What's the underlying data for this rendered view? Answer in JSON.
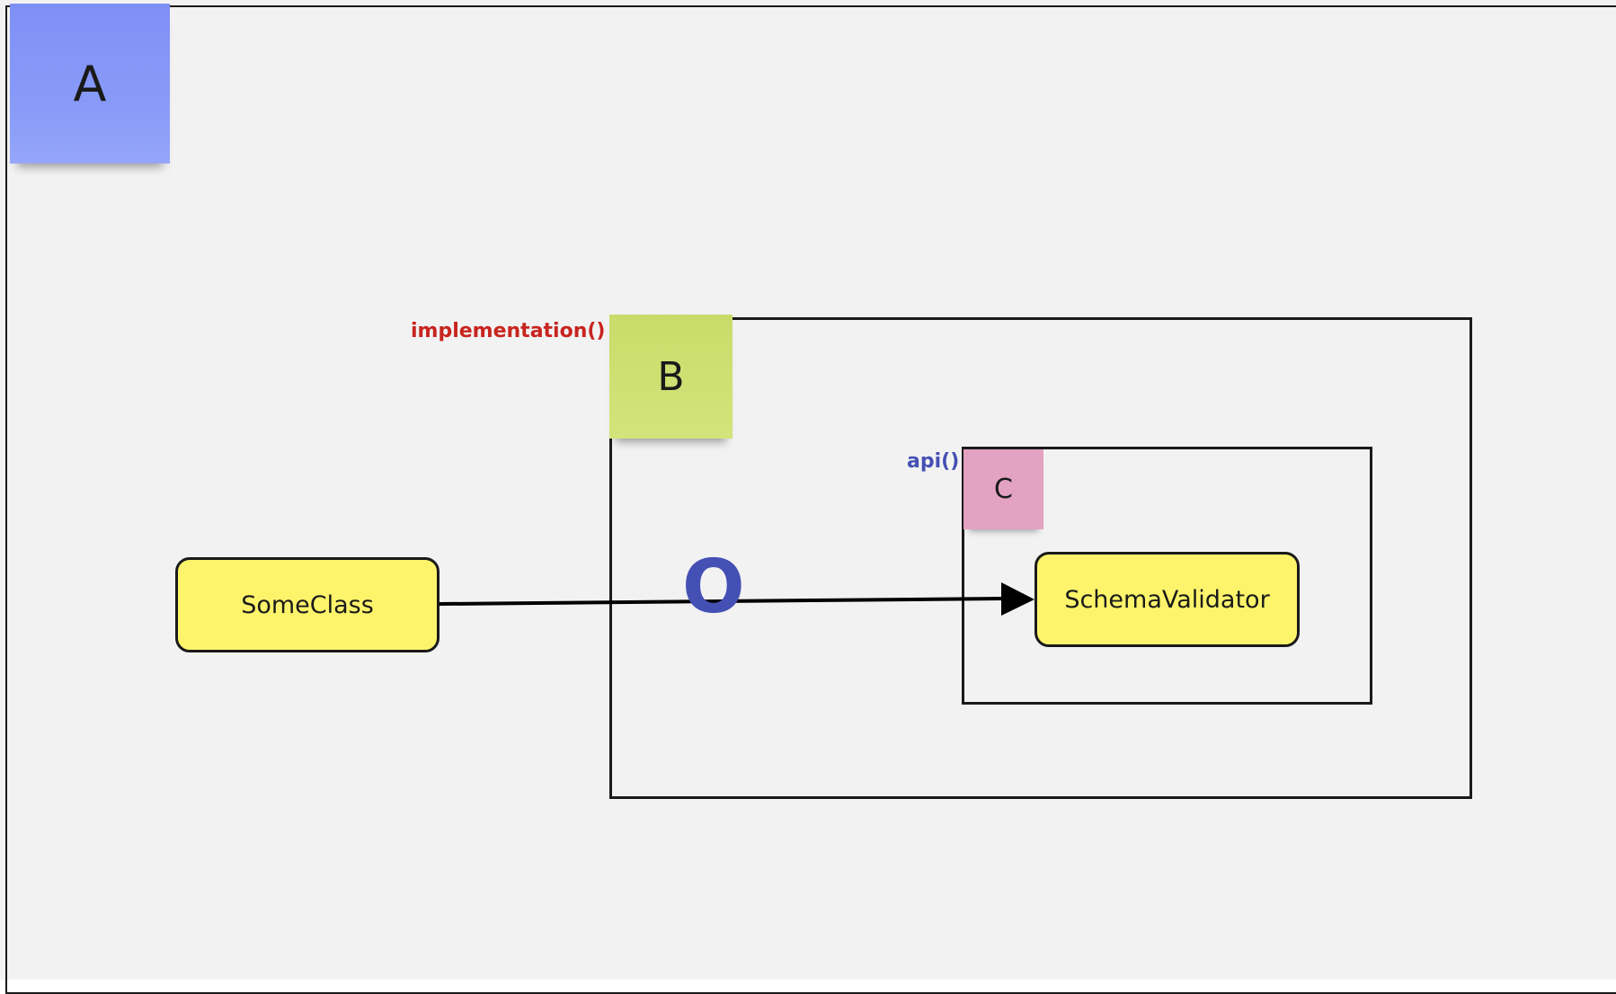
{
  "frames": {
    "a_label": "A",
    "b_label": "B",
    "c_label": "C"
  },
  "labels": {
    "implementation": "implementation()",
    "api": "api()",
    "marker": "O"
  },
  "nodes": {
    "some_class": "SomeClass",
    "schema_validator": "SchemaValidator"
  },
  "colors": {
    "sticky_a": "#7e90f6",
    "sticky_b": "#d3e47a",
    "sticky_c": "#e3a2c2",
    "node_fill": "#fdf46b",
    "implementation_text": "#c8241f",
    "api_text": "#4450b4",
    "marker_text": "#4450b4"
  },
  "edges": [
    {
      "from": "SomeClass",
      "to": "SchemaValidator",
      "arrow": "filled-triangle"
    }
  ]
}
